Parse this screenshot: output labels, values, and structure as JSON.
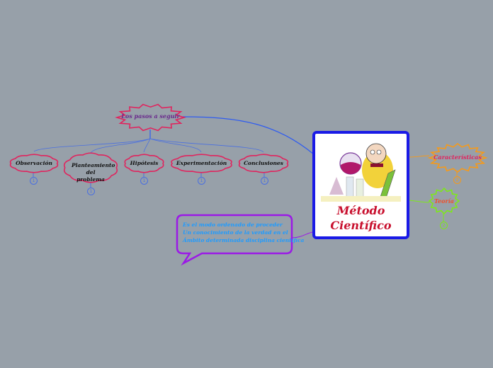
{
  "central": {
    "title_line1": "Método",
    "title_line2": "Científico"
  },
  "steps_node": {
    "label": "Los pasos a seguir"
  },
  "steps": [
    {
      "label": "Observación",
      "badge": "1"
    },
    {
      "label": "Planteamiento del problema",
      "badge": "1"
    },
    {
      "label": "Hipótesis",
      "badge": "1"
    },
    {
      "label": "Experimentación",
      "badge": "1"
    },
    {
      "label": "Conclusiones",
      "badge": "1"
    }
  ],
  "characteristics": {
    "label": "Características",
    "badge": "2"
  },
  "theory": {
    "label": "Teoría",
    "badge": "2"
  },
  "note": {
    "line1": "Es el modo ordenado de proceder",
    "line2": "Un conocimiento de la verdad en el",
    "line3": "Ámbito determinada disciplina científica"
  },
  "colors": {
    "background": "#97a0a9",
    "cloud": "#e0245e",
    "link": "#2f5cf0",
    "central_border": "#1a1ae6",
    "title": "#c8102e",
    "note_border": "#9b1ae6",
    "note_text": "#1e9bff",
    "characteristics": "#f59a1b",
    "theory": "#7ee81a"
  }
}
